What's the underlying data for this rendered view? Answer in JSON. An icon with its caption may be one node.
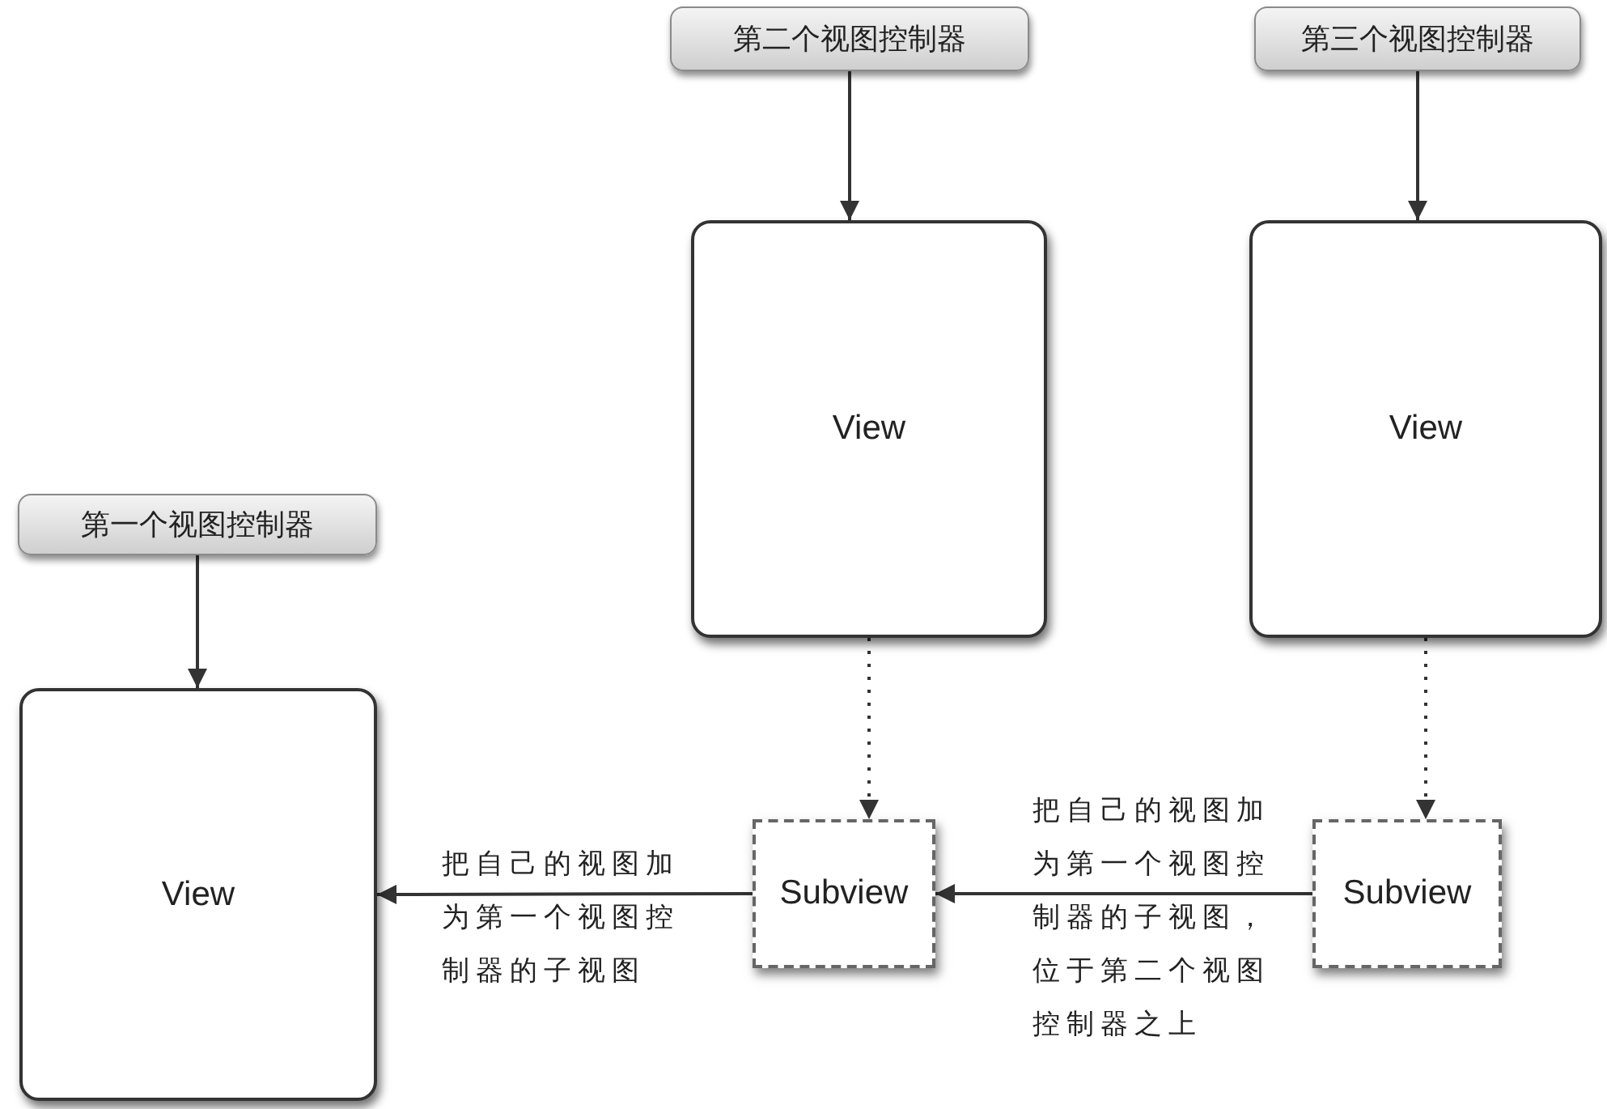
{
  "diagram": {
    "nodes": [
      {
        "text": [
          "第二个视图控制器"
        ]
      },
      {
        "text": [
          "第三个视图控制器"
        ]
      },
      {
        "text": [
          "View"
        ]
      },
      {
        "text": [
          "View"
        ]
      },
      {
        "text": [
          "第一个视图控制器"
        ]
      },
      {
        "text": [
          "View"
        ]
      },
      {
        "text": [
          "Subview"
        ]
      },
      {
        "text": [
          "Subview"
        ]
      }
    ],
    "edges": [
      {
        "from": 0,
        "to": 2,
        "arrow": "to"
      },
      {
        "from": 1,
        "to": 3,
        "arrow": "to"
      },
      {
        "from": 4,
        "to": 5,
        "arrow": "to"
      },
      {
        "from": 2,
        "to": 6,
        "arrow": "to",
        "style": "dashed"
      },
      {
        "from": 3,
        "to": 7,
        "arrow": "to",
        "style": "dashed"
      },
      {
        "from": 6,
        "to": 5,
        "arrow": "to",
        "label": "把自己的视图加为第一个视图控制器的子视图"
      },
      {
        "from": 7,
        "to": 6,
        "arrow": "to",
        "label": "把自己的视图加为第一个视图控制器的子视图，位于第二个视图控制器之上"
      }
    ]
  }
}
